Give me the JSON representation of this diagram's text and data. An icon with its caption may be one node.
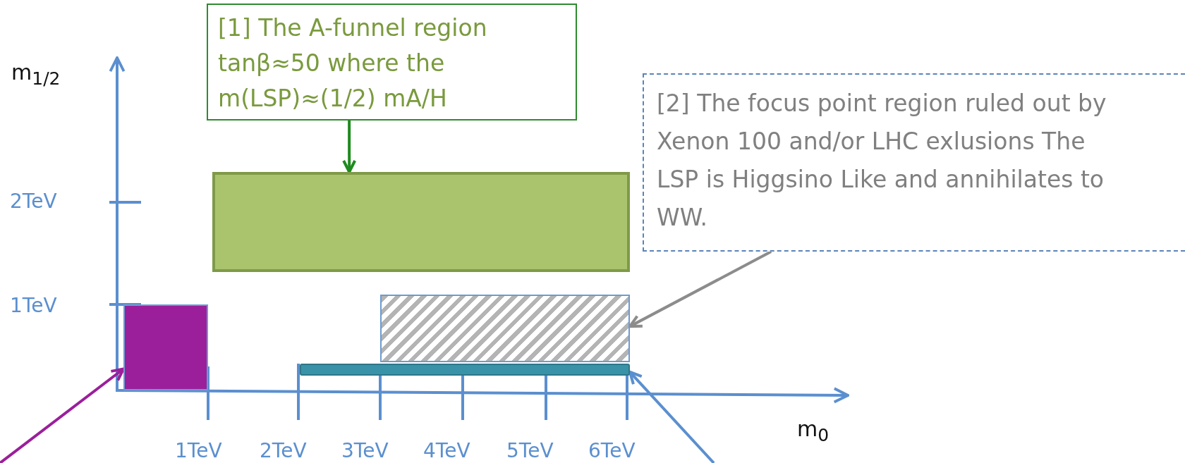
{
  "diagram": {
    "nodes": [
      {
        "text": [
          "[1] The A-funnel region tanβ≈50 where the m(LSP)≈(1/2) mA/H"
        ]
      },
      {
        "text": [],
        "shape": "box"
      },
      {
        "text": [
          "[2] The focus point region ruled out by Xenon 100 and/or LHC exlusions The LSP is Higgsino Like and annihilates to WW."
        ]
      },
      {
        "text": [],
        "shape": "box"
      },
      {
        "text": [],
        "shape": "box"
      },
      {
        "text": [],
        "shape": "bar"
      }
    ],
    "edges": [
      {
        "from": 0,
        "to": 1,
        "arrow": "to",
        "color": "#1f8a1f"
      },
      {
        "from": 2,
        "to": 3,
        "arrow": "to",
        "color": "#8c8c8c"
      },
      {
        "from": null,
        "to": 4,
        "arrow": "to",
        "color": "#9b1f9b"
      },
      {
        "from": null,
        "to": 5,
        "arrow": "to",
        "color": "#5b8fcf"
      }
    ],
    "labels": [
      "m$_{1/2}$",
      "2TeV",
      "1TeV",
      "1TeV",
      "2TeV",
      "3TeV",
      "4TeV",
      "5TeV",
      "6TeV",
      "m$_{0}$"
    ]
  }
}
